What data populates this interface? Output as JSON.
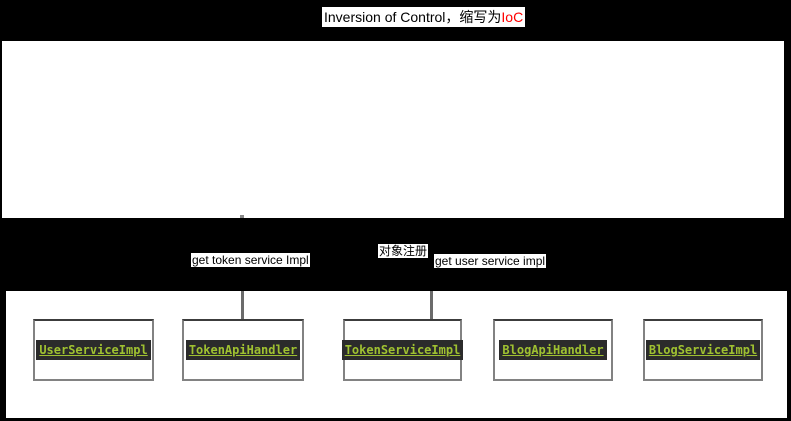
{
  "title": {
    "main": "Inversion of Control，缩写为",
    "highlight": "IoC",
    "highlight_color": "#ff0000"
  },
  "labels": {
    "get_token": "get token service Impl",
    "register": "对象注册",
    "get_user": "get user service impl"
  },
  "boxes": [
    {
      "label": "UserServiceImpl"
    },
    {
      "label": "TokenApiHandler"
    },
    {
      "label": "TokenServiceImpl"
    },
    {
      "label": "BlogApiHandler"
    },
    {
      "label": "BlogServiceImpl"
    }
  ],
  "colors": {
    "page_background": "#000000",
    "surface": "#ffffff",
    "badge_background": "#2b2b2b",
    "badge_text": "#9fc131",
    "box_border": "#828282",
    "connector_line": "#6b6b6b",
    "title_highlight": "#ff0000"
  }
}
